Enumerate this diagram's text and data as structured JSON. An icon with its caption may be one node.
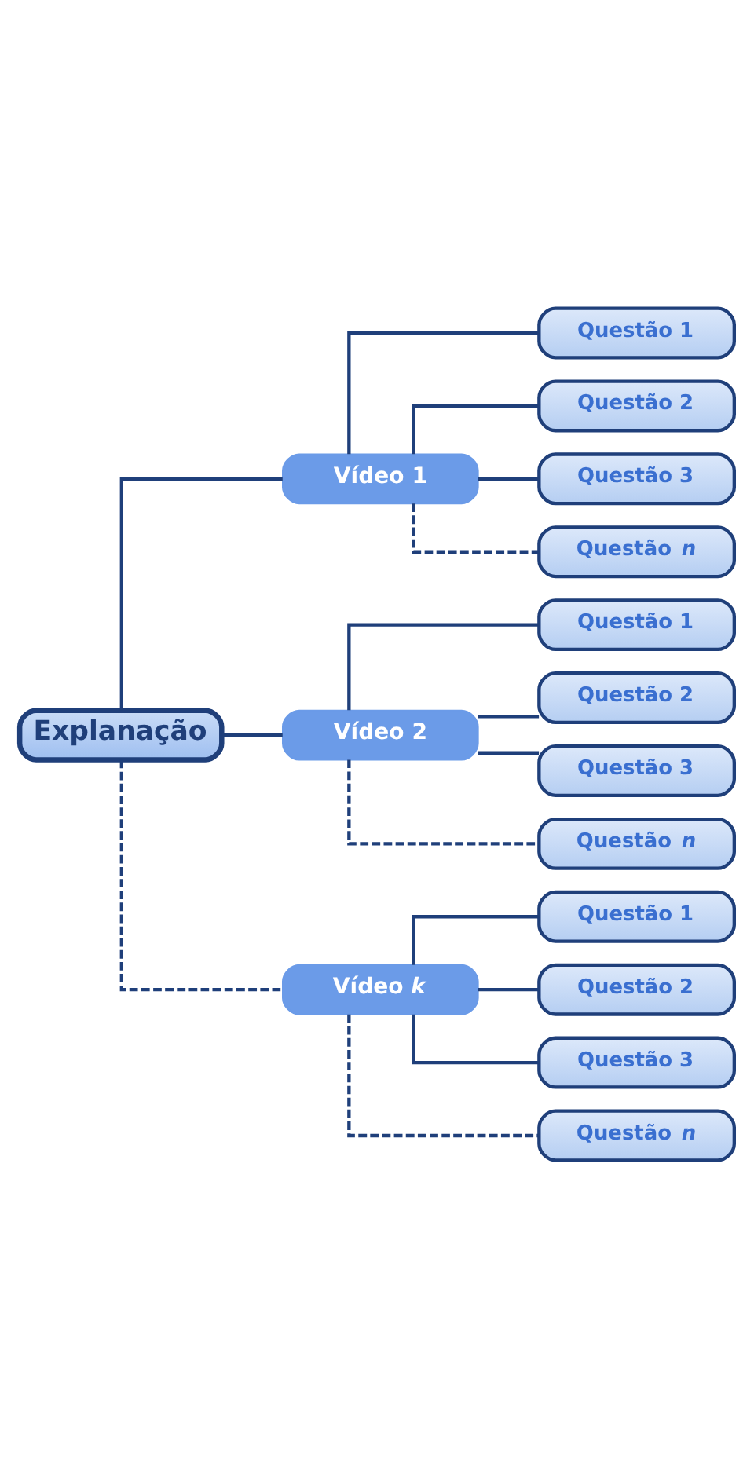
{
  "diagram": {
    "nodes": [
      {
        "text": [
          "Explanação"
        ]
      },
      {
        "text": [
          "Vídeo 1"
        ]
      },
      {
        "text": [
          "Questão 1"
        ]
      },
      {
        "text": [
          "Questão 2"
        ]
      },
      {
        "text": [
          "Questão 3"
        ]
      },
      {
        "text": [
          "Questão *n*"
        ]
      },
      {
        "text": [
          "Vídeo 2"
        ]
      },
      {
        "text": [
          "Questão 1"
        ]
      },
      {
        "text": [
          "Questão 2"
        ]
      },
      {
        "text": [
          "Questão 3"
        ]
      },
      {
        "text": [
          "Questão *n*"
        ]
      },
      {
        "text": [
          "Vídeo *k*"
        ]
      },
      {
        "text": [
          "Questão 1"
        ]
      },
      {
        "text": [
          "Questão 2"
        ]
      },
      {
        "text": [
          "Questão 3"
        ]
      },
      {
        "text": [
          "Questão *n*"
        ]
      }
    ],
    "edges": [
      {
        "from": 0,
        "to": 1,
        "arrow": "none"
      },
      {
        "from": 1,
        "to": 2,
        "arrow": "none"
      },
      {
        "from": 1,
        "to": 3,
        "arrow": "none"
      },
      {
        "from": 1,
        "to": 4,
        "arrow": "none"
      },
      {
        "from": 1,
        "to": 5,
        "arrow": "none",
        "style": "dashed"
      },
      {
        "from": 0,
        "to": 6,
        "arrow": "none"
      },
      {
        "from": 6,
        "to": 7,
        "arrow": "none"
      },
      {
        "from": 6,
        "to": 8,
        "arrow": "none"
      },
      {
        "from": 6,
        "to": 9,
        "arrow": "none"
      },
      {
        "from": 6,
        "to": 10,
        "arrow": "none",
        "style": "dashed"
      },
      {
        "from": 0,
        "to": 11,
        "arrow": "none",
        "style": "dashed"
      },
      {
        "from": 11,
        "to": 12,
        "arrow": "none"
      },
      {
        "from": 11,
        "to": 13,
        "arrow": "none"
      },
      {
        "from": 11,
        "to": 14,
        "arrow": "none"
      },
      {
        "from": 11,
        "to": 15,
        "arrow": "none",
        "style": "dashed"
      }
    ]
  }
}
